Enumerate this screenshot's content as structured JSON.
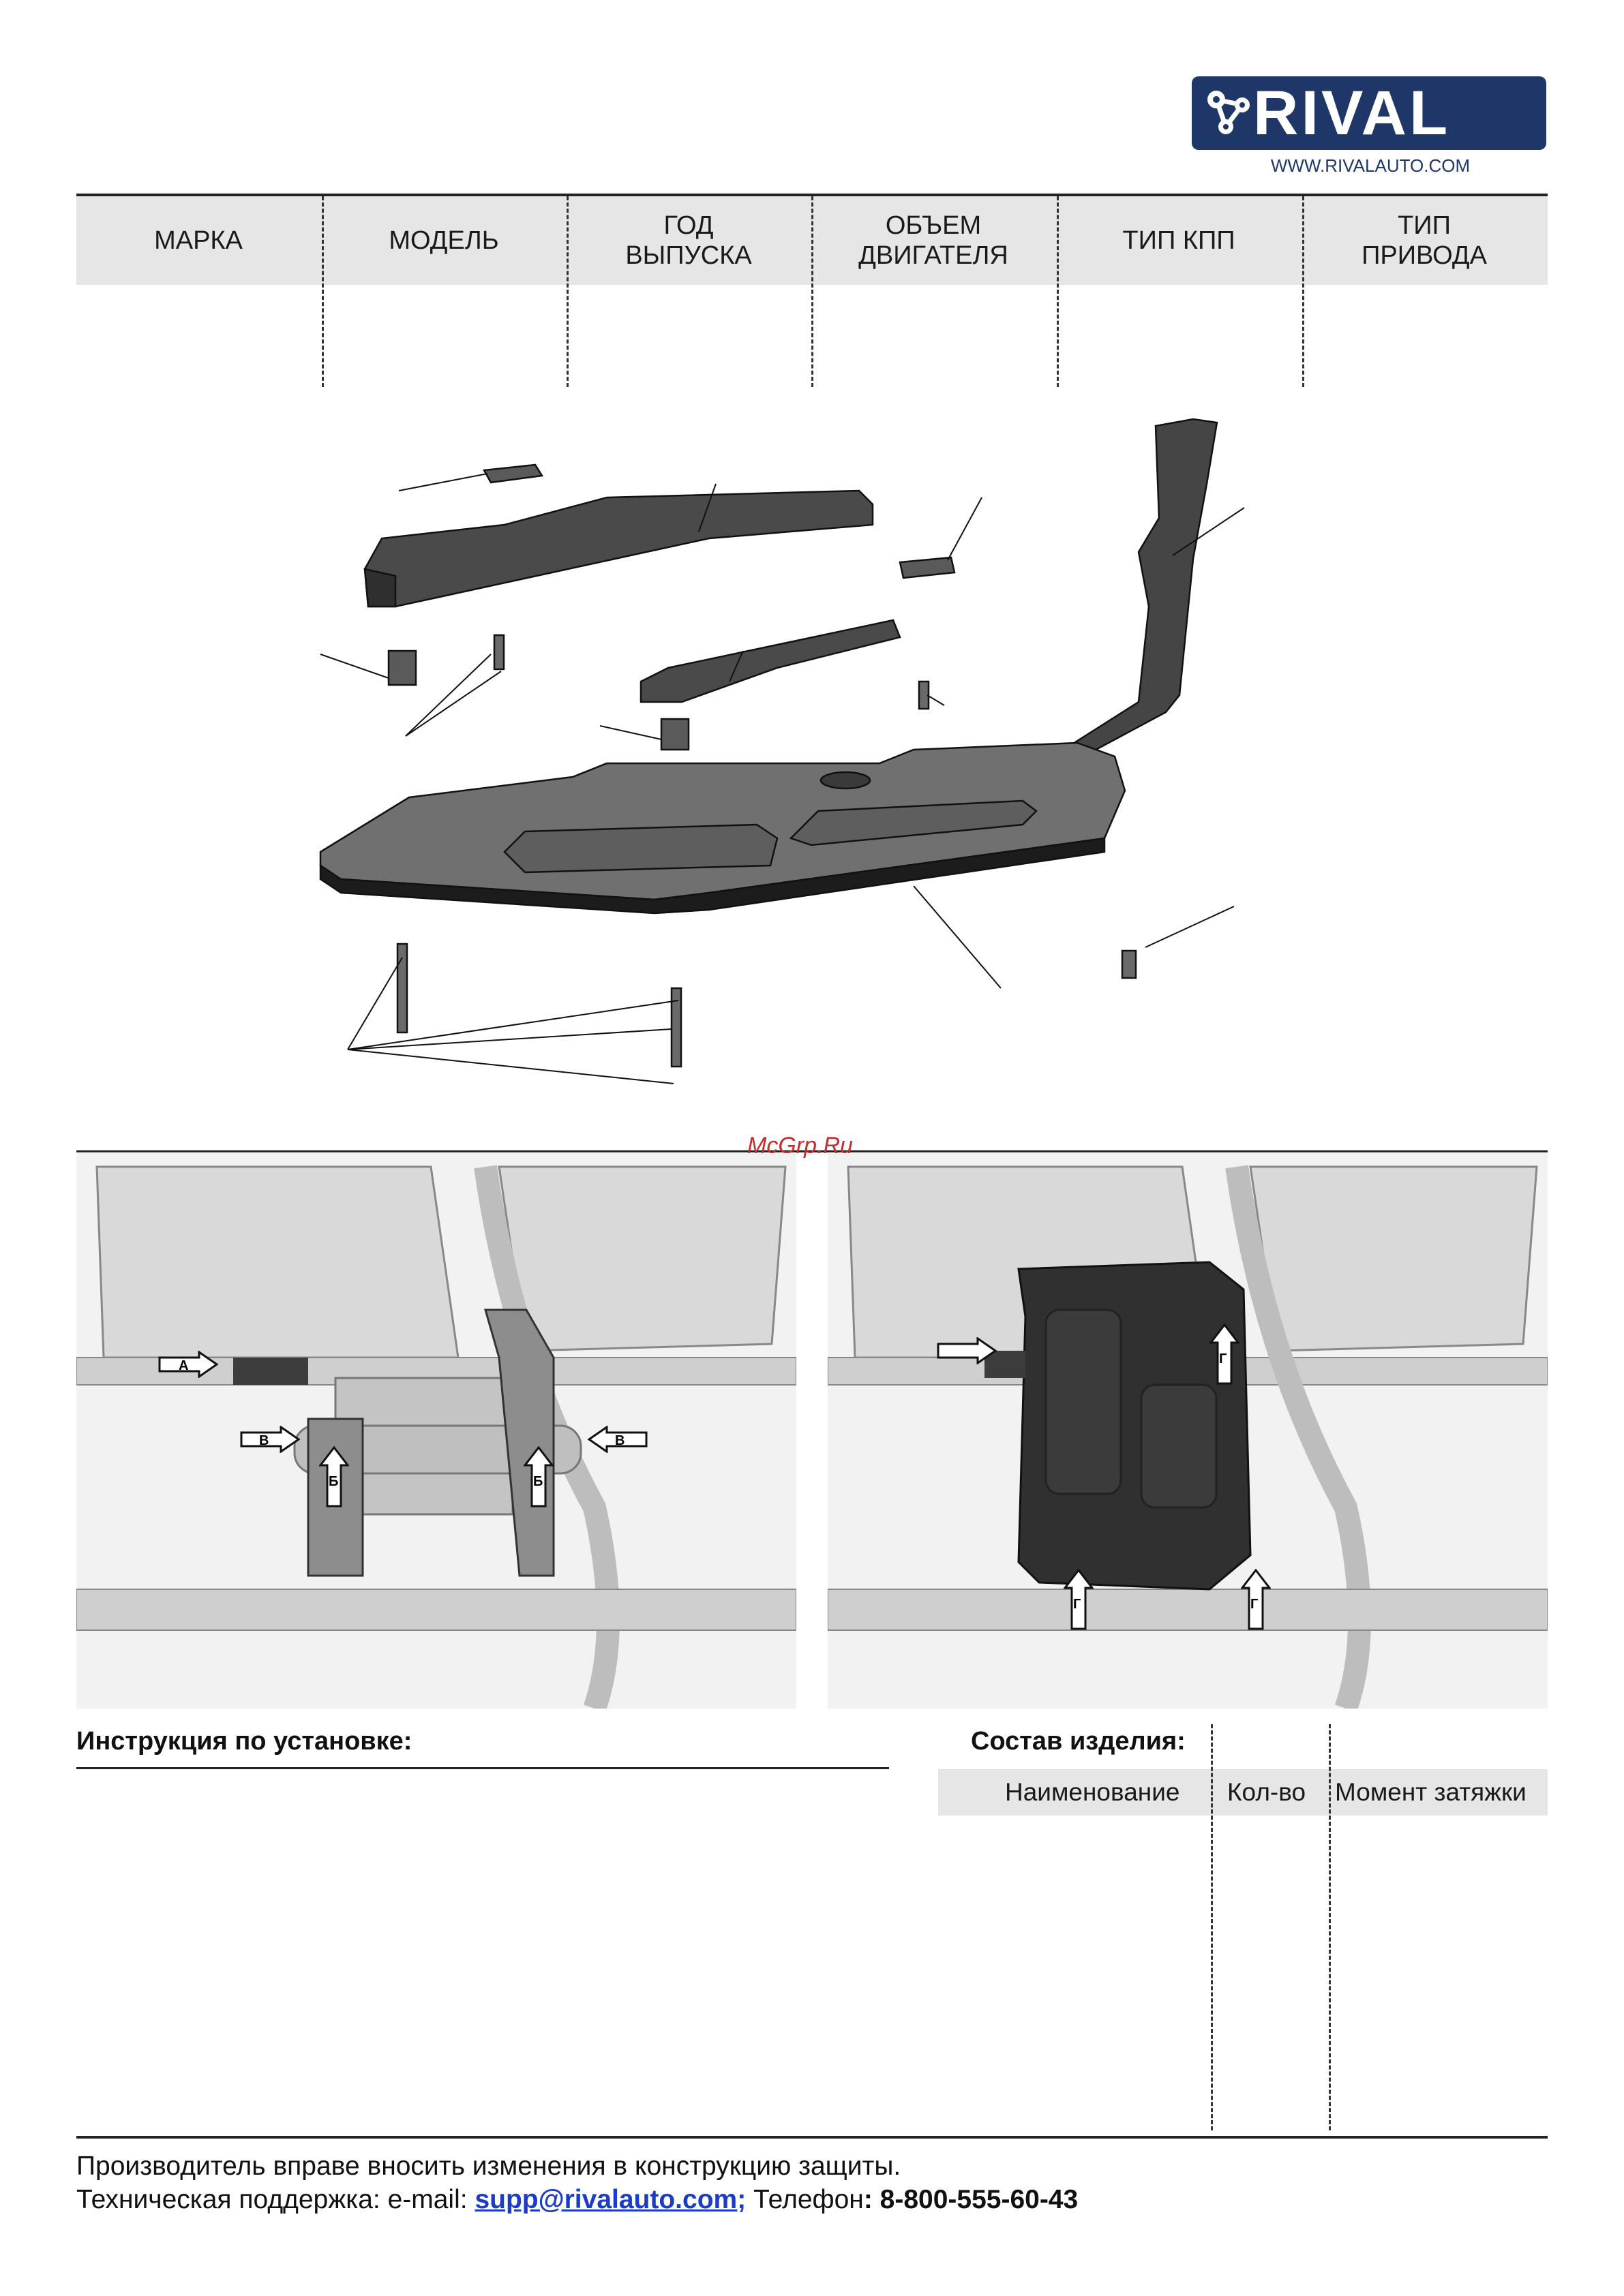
{
  "brand": {
    "logo_text": "RIVAL",
    "website": "WWW.RIVALAUTO.COM",
    "logo_color": "#1f3768"
  },
  "vehicle_table": {
    "columns": [
      "МАРКА",
      "МОДЕЛЬ",
      "ГОД\nВЫПУСКА",
      "ОБЪЕМ\nДВИГАТЕЛЯ",
      "ТИП КПП",
      "ТИП\nПРИВОДА"
    ]
  },
  "watermark": "McGrp.Ru",
  "photo_left": {
    "labels": [
      "А",
      "В",
      "Б",
      "Б",
      "В"
    ]
  },
  "photo_right": {
    "labels": [
      "Г",
      "Г",
      "Г"
    ]
  },
  "instructions": {
    "title": "Инструкция по установке:"
  },
  "composition": {
    "title": "Состав изделия:",
    "columns": [
      "Наименование",
      "Кол-во",
      "Момент затяжки"
    ]
  },
  "footer": {
    "line1": "Производитель вправе вносить изменения в конструкцию защиты.",
    "support_label": "Техническая поддержка:  e-mail: ",
    "email": "supp@rivalauto.com",
    "email_suffix": ";",
    "phone_label": " Телефон",
    "phone": ": 8-800-555-60-43"
  }
}
